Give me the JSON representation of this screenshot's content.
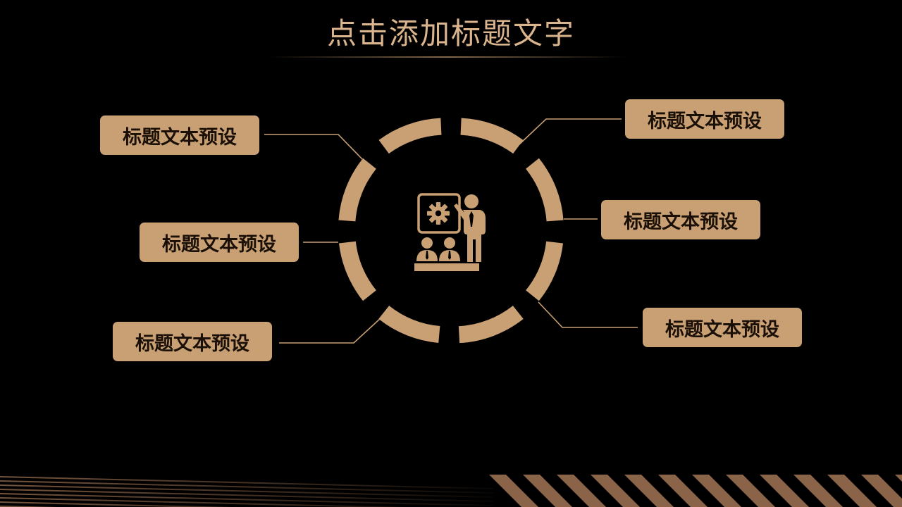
{
  "slide": {
    "title": "点击添加标题文字"
  },
  "labels": {
    "top_left": "标题文本预设",
    "middle_left": "标题文本预设",
    "bottom_left": "标题文本预设",
    "top_right": "标题文本预设",
    "middle_right": "标题文本预设",
    "bottom_right": "标题文本预设"
  },
  "center_icon": "presenter-with-gear-board-and-audience-icon",
  "colors": {
    "background": "#000000",
    "accent": "#c9a073",
    "title_text": "#d9b48c",
    "label_text": "#1a1008"
  }
}
